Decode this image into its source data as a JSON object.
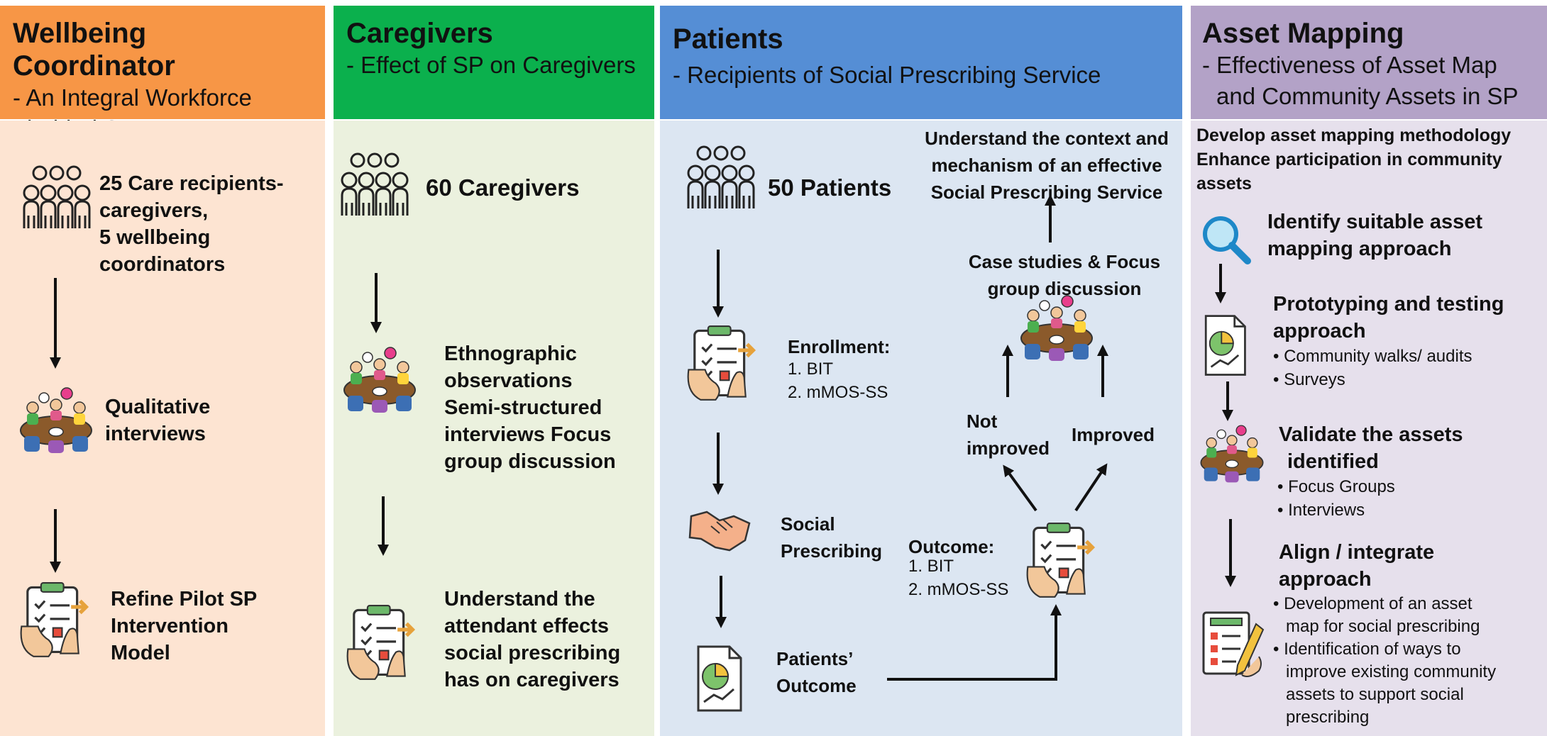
{
  "columns": {
    "wellbeing": {
      "title": "Wellbeing Coordinator",
      "subtitle_lines": [
        "- An Integral Workforce",
        "behind SP"
      ],
      "participants_lines": [
        "25 Care recipients-",
        "caregivers,",
        "5 wellbeing",
        "coordinators"
      ],
      "method_lines": [
        "Qualitative",
        "interviews"
      ],
      "outcome_lines": [
        "Refine Pilot SP",
        "Intervention",
        "Model"
      ]
    },
    "caregivers": {
      "title": "Caregivers",
      "subtitle": "- Effect of SP on Caregivers",
      "participants": "60 Caregivers",
      "method_lines": [
        "Ethnographic",
        "observations",
        "Semi-structured",
        "interviews Focus",
        "group discussion"
      ],
      "outcome_lines": [
        "Understand the",
        "attendant effects",
        "social prescribing",
        "has on caregivers"
      ]
    },
    "patients": {
      "title": "Patients",
      "subtitle": "- Recipients of Social Prescribing Service",
      "participants": "50 Patients",
      "enrollment_title": "Enrollment:",
      "enrollment_items": [
        "1.   BIT",
        "2.   mMOS-SS"
      ],
      "social_lines": [
        "Social",
        "Prescribing"
      ],
      "outcome_label_lines": [
        "Patients’",
        "Outcome"
      ],
      "outcome_title": "Outcome:",
      "outcome_items": [
        "1.   BIT",
        "2.   mMOS-SS"
      ],
      "not_improved_lines": [
        "Not",
        "improved"
      ],
      "improved": "Improved",
      "case_lines": [
        "Case studies & Focus",
        "group discussion"
      ],
      "goal_lines": [
        "Understand the context and",
        "mechanism of an effective",
        "Social Prescribing Service"
      ]
    },
    "asset": {
      "title": "Asset Mapping",
      "subtitle_lines": [
        "- Effectiveness of Asset Map",
        "and Community Assets in SP"
      ],
      "intro_lines": [
        "Develop asset mapping methodology",
        "Enhance participation in community",
        "assets"
      ],
      "step1_lines": [
        "Identify suitable asset",
        "mapping approach"
      ],
      "step2_lines": [
        "Prototyping and testing",
        "approach"
      ],
      "step2_bullets": [
        "•   Community walks/ audits",
        "•   Surveys"
      ],
      "step3_lines": [
        "Validate the assets",
        "identified"
      ],
      "step3_bullets": [
        "• Focus Groups",
        "• Interviews"
      ],
      "step4_lines": [
        "Align / integrate",
        "approach"
      ],
      "step4_bullets": [
        "• Development of an asset",
        "map for social prescribing",
        "• Identification of ways to",
        "improve existing community",
        "assets to support social",
        "prescribing"
      ]
    }
  },
  "colors": {
    "orange_header": "#F79646",
    "orange_body": "#FDE4D2",
    "green_header": "#0BB04D",
    "green_body": "#EBF1DE",
    "blue_header": "#558ED5",
    "blue_body": "#DCE6F2",
    "purple_header": "#B3A2C7",
    "purple_body": "#E6E0EC"
  }
}
